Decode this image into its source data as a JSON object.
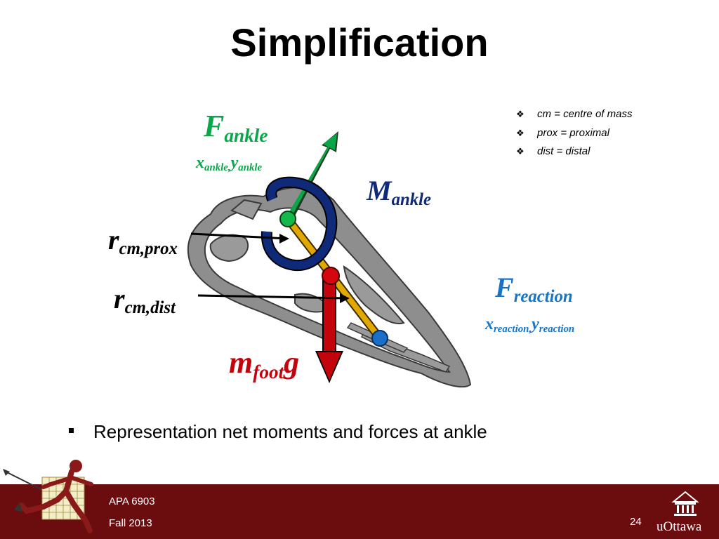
{
  "slide": {
    "title": "Simplification",
    "notes": [
      {
        "bullet": "❖",
        "text": "cm = centre of mass"
      },
      {
        "bullet": "❖",
        "text": "prox = proximal"
      },
      {
        "bullet": "❖",
        "text": "dist = distal"
      }
    ],
    "main_bullet": "Representation net moments and forces at ankle"
  },
  "diagram": {
    "f_ankle": {
      "main": "F",
      "sub": "ankle"
    },
    "ankle_coords": {
      "x": "x",
      "x_sub": "ankle,",
      "y": "y",
      "y_sub": "ankle"
    },
    "m_ankle": {
      "main": "M",
      "sub": "ankle"
    },
    "r_prox": {
      "main": "r",
      "sub": "cm,prox"
    },
    "r_dist": {
      "main": "r",
      "sub": "cm,dist"
    },
    "f_reaction": {
      "main": "F",
      "sub": "reaction"
    },
    "reaction_coords": {
      "x": "x",
      "x_sub": "reaction,",
      "y": "y",
      "y_sub": "reaction"
    },
    "weight": {
      "main": "m",
      "sub": "foot",
      "g": "g"
    }
  },
  "footer": {
    "course": "APA 6903",
    "term": "Fall 2013",
    "page": "24",
    "logo_text": "uOttawa"
  },
  "colors": {
    "footer_bg": "#6b0c0f",
    "force_ankle": "#0aa64a",
    "moment": "#0e2a78",
    "reaction": "#1874c4",
    "weight": "#c4040c",
    "segment": "#e0a800"
  },
  "icons": [
    "bullet-diamond-icon",
    "square-bullet-icon",
    "university-building-icon",
    "runner-mascot-icon"
  ]
}
